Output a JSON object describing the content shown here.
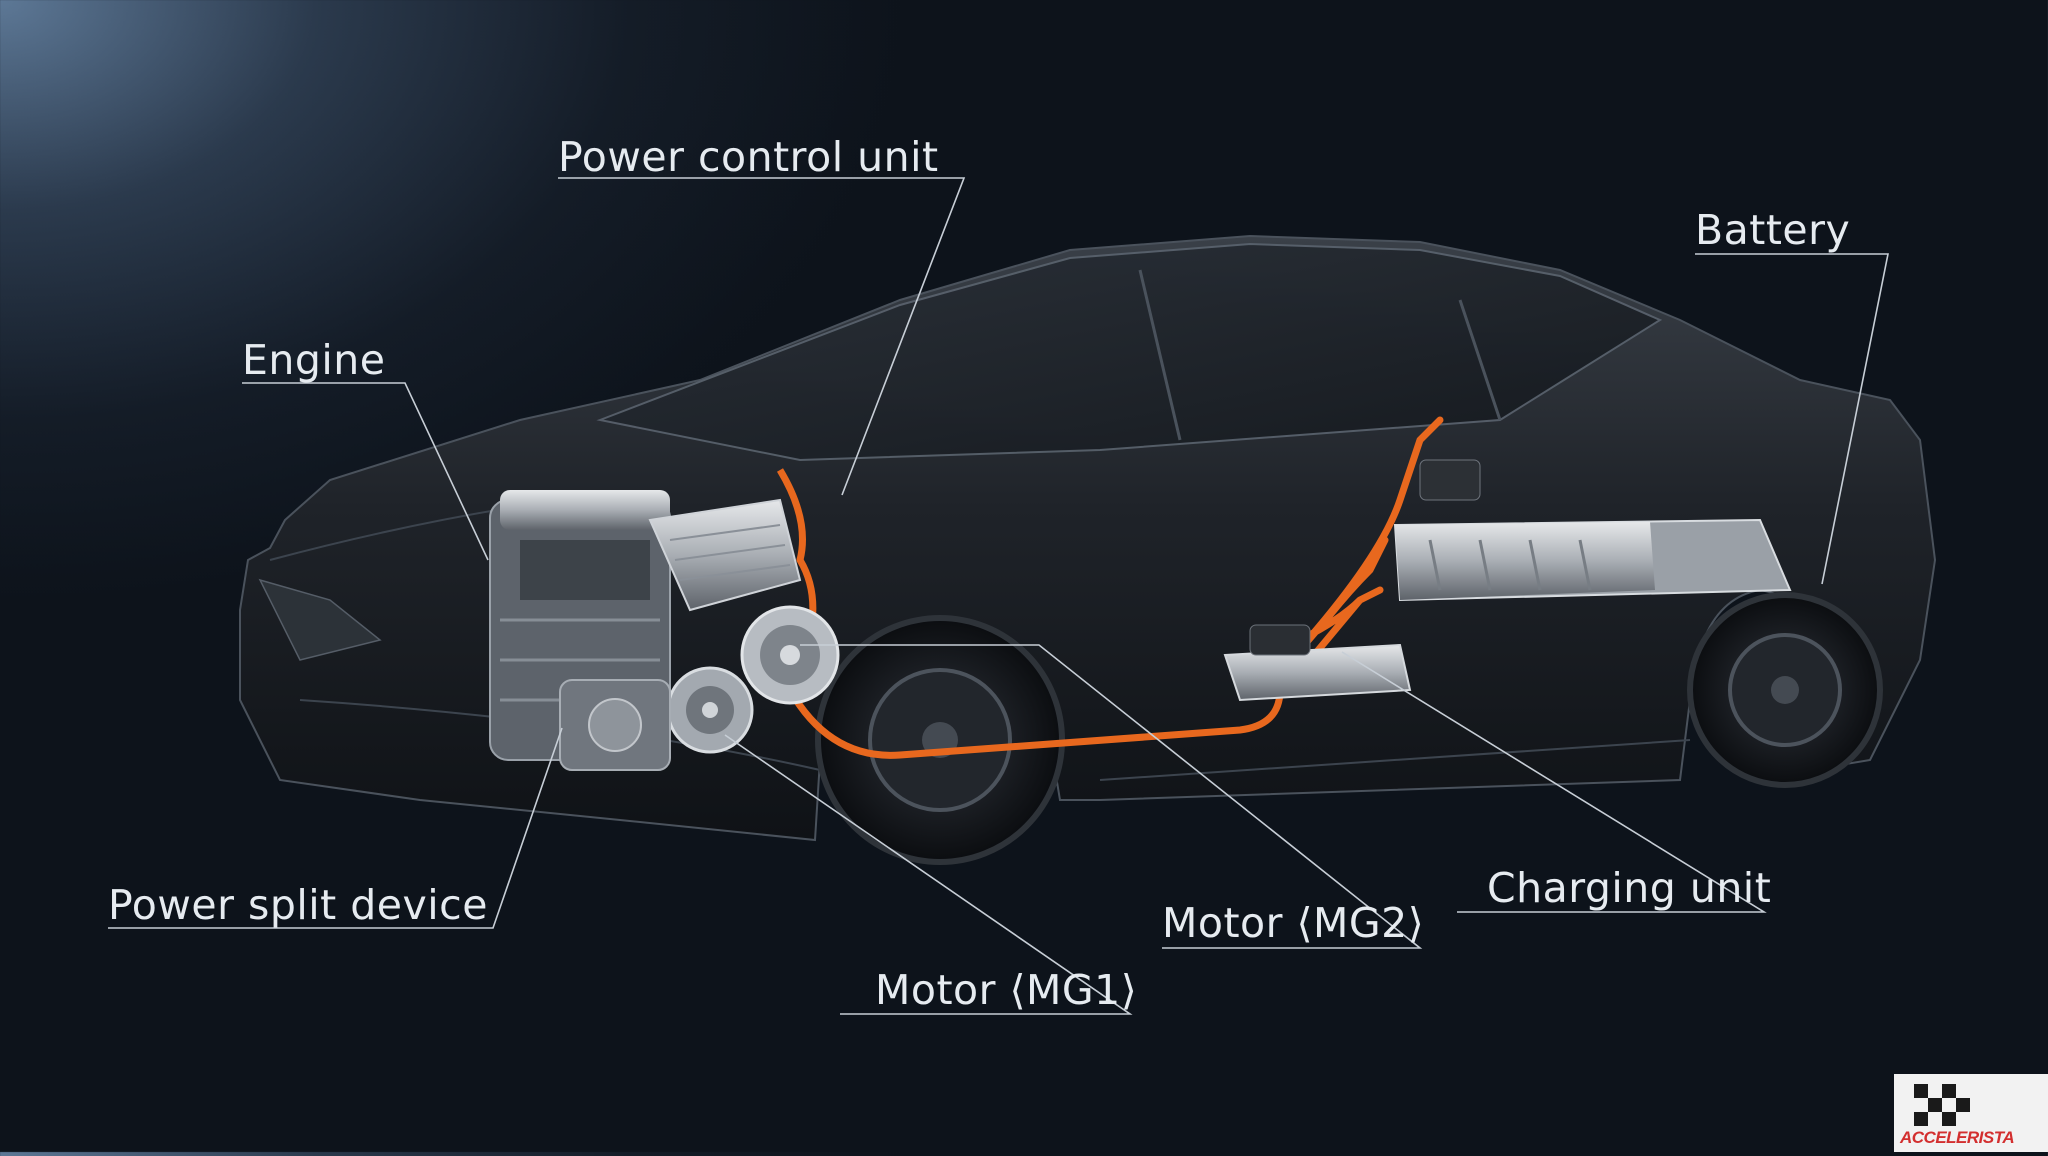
{
  "labels": {
    "power_control_unit": "Power control unit",
    "battery": "Battery",
    "engine": "Engine",
    "power_split_device": "Power split device",
    "charging_unit": "Charging unit",
    "motor_mg2": "Motor ⟨MG2⟩",
    "motor_mg1": "Motor ⟨MG1⟩"
  },
  "watermark": {
    "text": "ACCELERISTA"
  },
  "colors": {
    "cable": "#e8681e",
    "label": "#e6ebf0",
    "body": "#1b1e23"
  }
}
